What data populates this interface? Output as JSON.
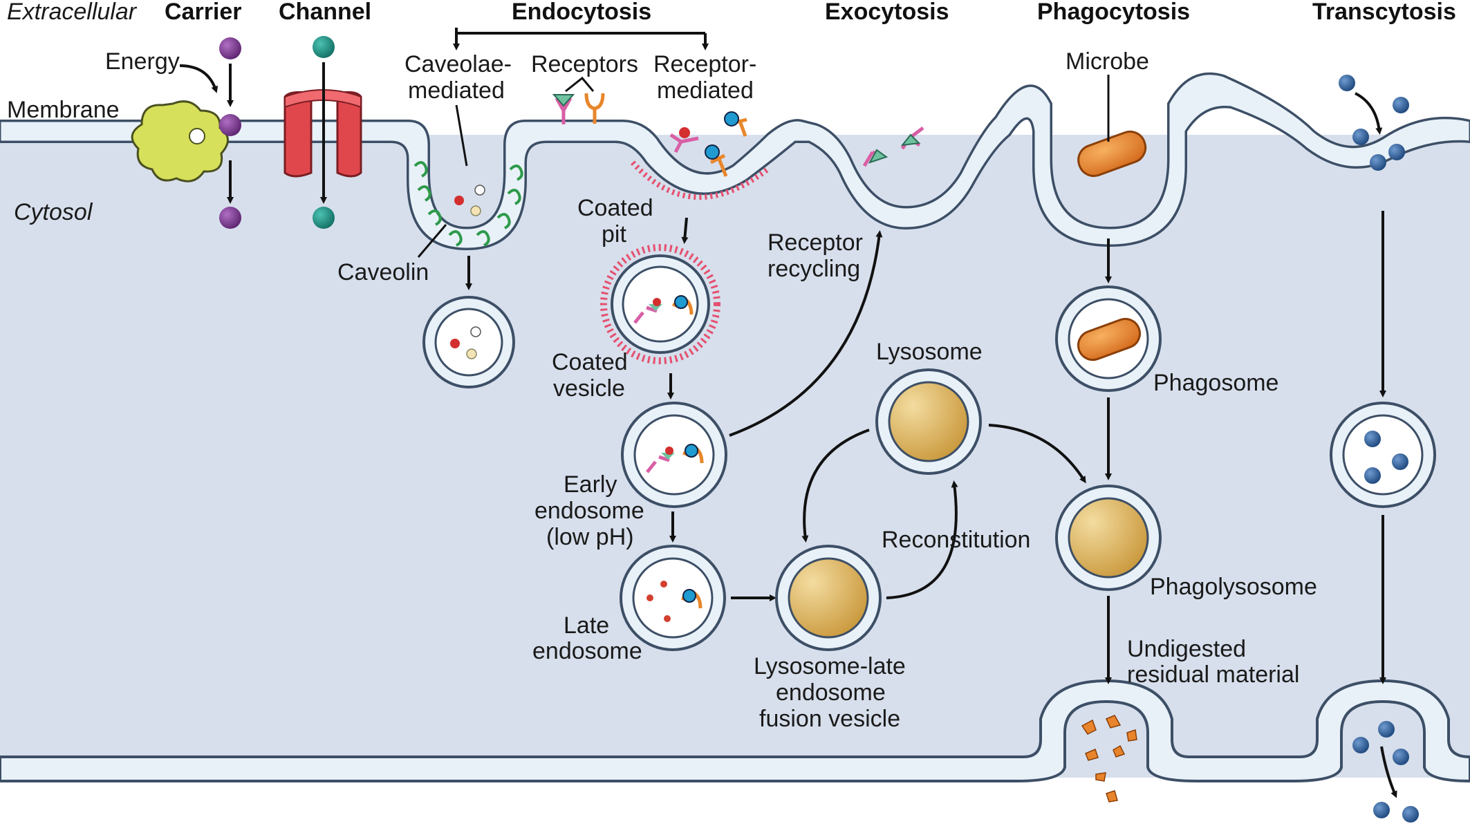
{
  "headers": {
    "extracellular": "Extracellular",
    "carrier": "Carrier",
    "channel": "Channel",
    "endocytosis": "Endocytosis",
    "exocytosis": "Exocytosis",
    "phagocytosis": "Phagocytosis",
    "transcytosis": "Transcytosis"
  },
  "labels": {
    "membrane": "Membrane",
    "cytosol": "Cytosol",
    "energy": "Energy",
    "caveolae_1": "Caveolae-",
    "caveolae_2": "mediated",
    "receptors": "Receptors",
    "receptor_mediated_1": "Receptor-",
    "receptor_mediated_2": "mediated",
    "caveolin": "Caveolin",
    "coated_pit_1": "Coated",
    "coated_pit_2": "pit",
    "coated_vesicle_1": "Coated",
    "coated_vesicle_2": "vesicle",
    "receptor_recycling_1": "Receptor",
    "receptor_recycling_2": "recycling",
    "early_endosome_1": "Early",
    "early_endosome_2": "endosome",
    "early_endosome_3": "(low pH)",
    "late_endosome_1": "Late",
    "late_endosome_2": "endosome",
    "lysosome": "Lysosome",
    "reconstitution": "Reconstitution",
    "fusion_1": "Lysosome-late",
    "fusion_2": "endosome",
    "fusion_3": "fusion vesicle",
    "microbe": "Microbe",
    "phagosome": "Phagosome",
    "phagolysosome": "Phagolysosome",
    "undigested_1": "Undigested",
    "undigested_2": "residual material"
  },
  "colors": {
    "cytosol_fill": "#d7dfec",
    "membrane_fill": "#e8f1f8",
    "membrane_stroke": "#3d4f66",
    "purple_molecule": "#7b3a8f",
    "teal_molecule": "#1f9488",
    "carrier_yellow": "#d6e05a",
    "channel_red": "#e0474d",
    "caveolin_green": "#2e9a4a",
    "clathrin_pink": "#e55070",
    "lysosome_gold": "#d8a94a",
    "microbe_orange": "#e8842b",
    "transcytosis_blue": "#2d5d98"
  }
}
